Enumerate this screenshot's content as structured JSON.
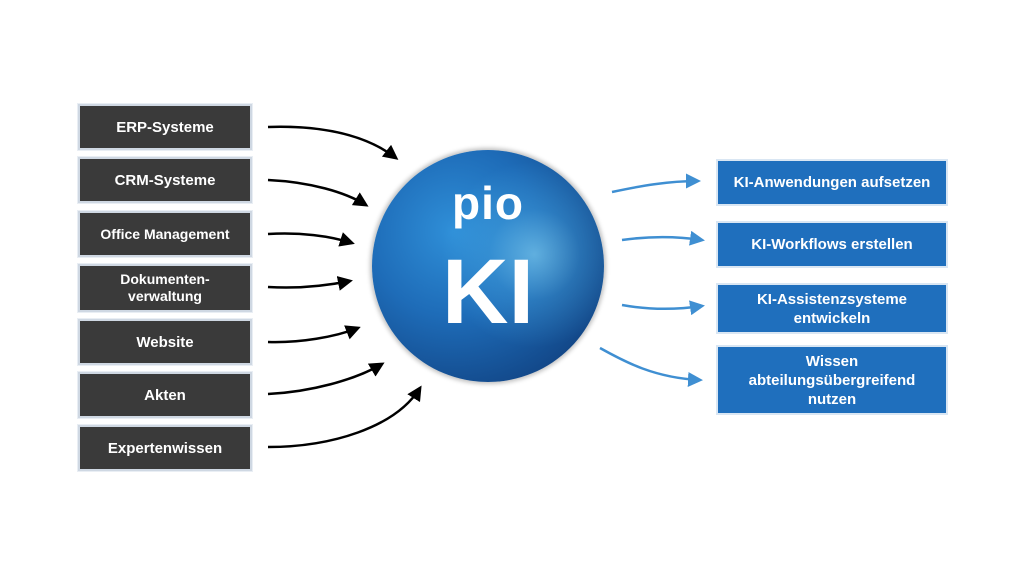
{
  "hub": {
    "line1": "pio",
    "line2": "KI"
  },
  "sources": [
    {
      "label": "ERP-Systeme"
    },
    {
      "label": "CRM-Systeme"
    },
    {
      "label": "Office Management"
    },
    {
      "label": "Dokumenten-\nverwaltung"
    },
    {
      "label": "Website"
    },
    {
      "label": "Akten"
    },
    {
      "label": "Expertenwissen"
    }
  ],
  "outputs": [
    {
      "label": "KI-Anwendungen aufsetzen"
    },
    {
      "label": "KI-Workflows erstellen"
    },
    {
      "label": "KI-Assistenzsysteme entwickeln"
    },
    {
      "label": "Wissen abteilungsübergreifend nutzen"
    }
  ],
  "colors": {
    "source_box": "#3a3a3a",
    "output_box": "#1f6fbd",
    "input_arrow": "#000000",
    "output_arrow": "#3f8fd2"
  }
}
